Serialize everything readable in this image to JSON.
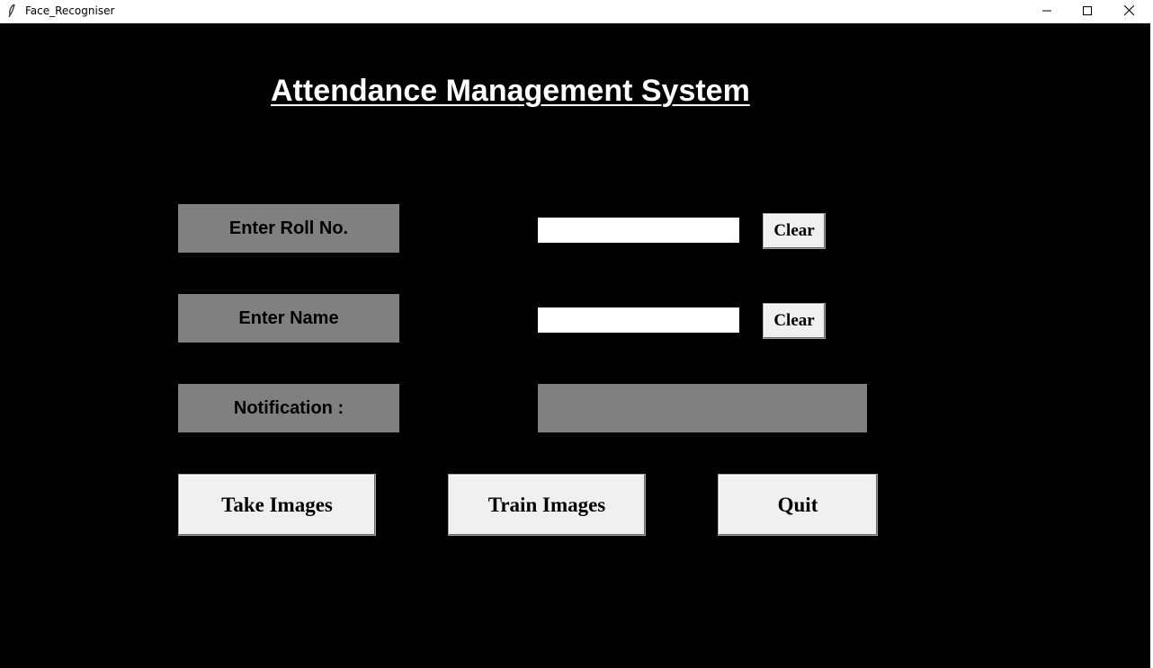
{
  "window": {
    "title": "Face_Recogniser",
    "app_icon": "feather-icon",
    "controls": [
      "minimize-icon",
      "maximize-icon",
      "close-icon"
    ]
  },
  "heading": "Attendance Management System",
  "form": {
    "roll_label": "Enter Roll No.",
    "roll_value": "",
    "roll_clear_label": "Clear",
    "name_label": "Enter Name",
    "name_value": "",
    "name_clear_label": "Clear",
    "notification_label": "Notification :",
    "notification_message": ""
  },
  "actions": {
    "take_images_label": "Take Images",
    "train_images_label": "Train Images",
    "quit_label": "Quit"
  },
  "colors": {
    "background": "#000000",
    "label_background": "#808080",
    "button_background": "#f0f0f0",
    "heading_text": "#ffffff"
  }
}
